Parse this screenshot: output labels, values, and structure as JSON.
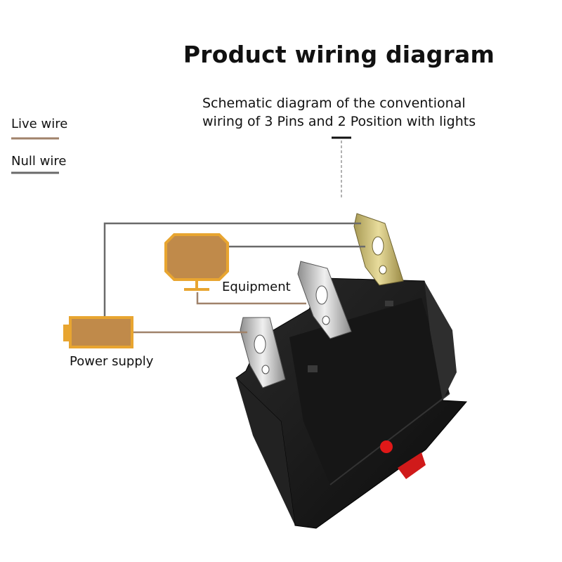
{
  "title": "Product wiring diagram",
  "subtitle": "Schematic diagram of the conventional wiring of 3 Pins and 2 Position with lights",
  "legend": {
    "live": {
      "label": "Live wire",
      "color": "#a0826a"
    },
    "null": {
      "label": "Null wire",
      "color": "#707070"
    }
  },
  "components": {
    "equipment": {
      "label": "Equipment",
      "color": "#c08a4a",
      "outline": "#e8a530"
    },
    "power_supply": {
      "label": "Power supply",
      "color": "#c08a4a",
      "outline": "#e8a530"
    }
  },
  "switch": {
    "body_color": "#1a1a1a",
    "lamp_color": "#e01818",
    "pins": [
      "gold-pin",
      "silver-pin-middle",
      "silver-pin-front"
    ]
  }
}
